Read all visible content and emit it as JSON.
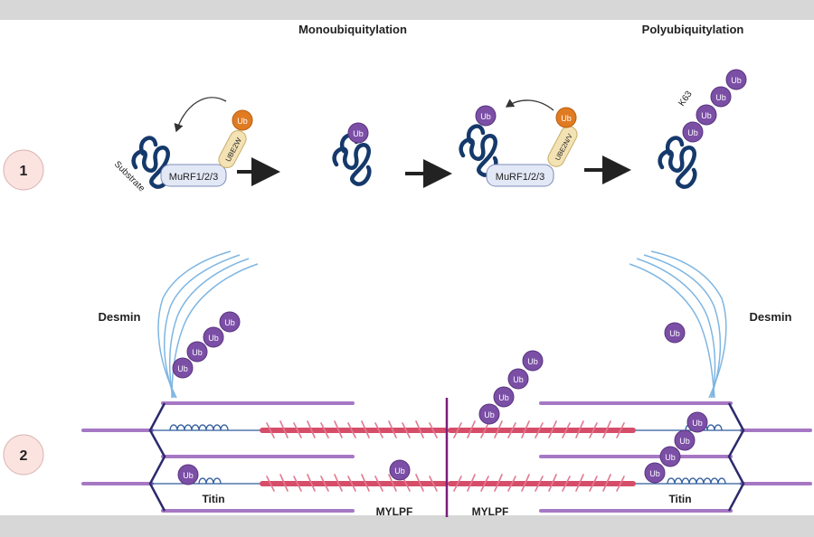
{
  "titles": {
    "mono": "Monoubiquitylation",
    "poly": "Polyubiquitylation"
  },
  "panel1": {
    "step_label": "1",
    "substrate": "Substrate",
    "ligase": "MuRF1/2/3",
    "e2_first": "UBE2W",
    "e2_second": "UBE2N/V",
    "ub": "Ub",
    "linkage": "K63"
  },
  "panel2": {
    "step_label": "2",
    "desmin_left": "Desmin",
    "desmin_right": "Desmin",
    "titin_left": "Titin",
    "titin_right": "Titin",
    "mylpf_left": "MYLPF",
    "mylpf_right": "MYLPF",
    "ub": "Ub"
  },
  "colors": {
    "ub_fill": "#7b4fa6",
    "ub_e2_fill": "#e07b22",
    "e2_fill": "#f3e2b3",
    "ligase_fill": "#e3e8f7",
    "protein": "#15396b",
    "actin": "#a678c4",
    "myosin": "#d64d6a",
    "titin": "#2d5a9c",
    "desmin": "#7fb6e2",
    "mline": "#7a1e7a"
  }
}
